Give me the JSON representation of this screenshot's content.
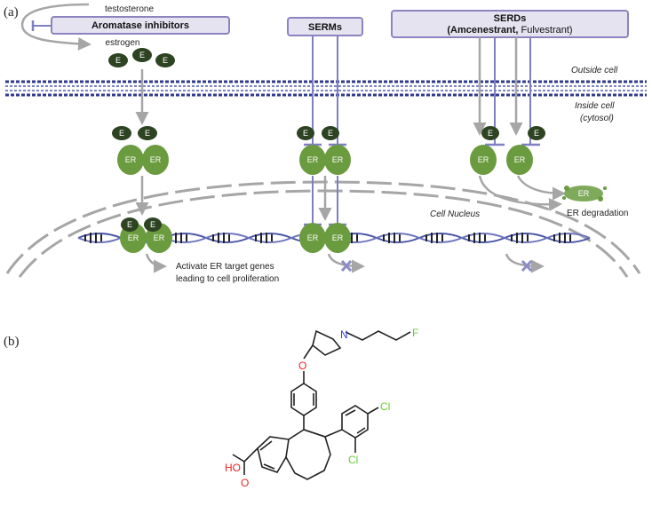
{
  "panel_a": {
    "label": "(a)",
    "testosterone": "testosterone",
    "aromatase_box": "Aromatase inhibitors",
    "estrogen": "estrogen",
    "serms_box": "SERMs",
    "serds_line1": "SERDs",
    "serds_bold": "Amcenestrant,",
    "serds_rest": " Fulvestrant)",
    "outside_cell": "Outside cell",
    "inside_cell_1": "Inside cell",
    "inside_cell_2": "(cytosol)",
    "cell_nucleus": "Cell Nucleus",
    "er_degradation": "ER degradation",
    "activate_line1": "Activate ER target genes",
    "activate_line2": "leading to cell proliferation",
    "e_label": "E",
    "er_label": "ER"
  },
  "panel_b": {
    "label": "(b)",
    "atom_n": "N",
    "atom_f": "F",
    "atom_o": "O",
    "atom_cl1": "Cl",
    "atom_cl2": "Cl",
    "atom_ho": "HO",
    "atom_o2": "O"
  },
  "colors": {
    "box_fill": "#e6e3f1",
    "box_stroke": "#8c84bf",
    "blocker": "#7f7fc4",
    "arrow": "#a6a6a6",
    "er_green": "#6a9b3e",
    "e_dark": "#2d4322",
    "membrane": "#2f3a8c",
    "halogen": "#66cc33",
    "oxygen": "#ee2222",
    "nitrogen": "#3344cc"
  }
}
